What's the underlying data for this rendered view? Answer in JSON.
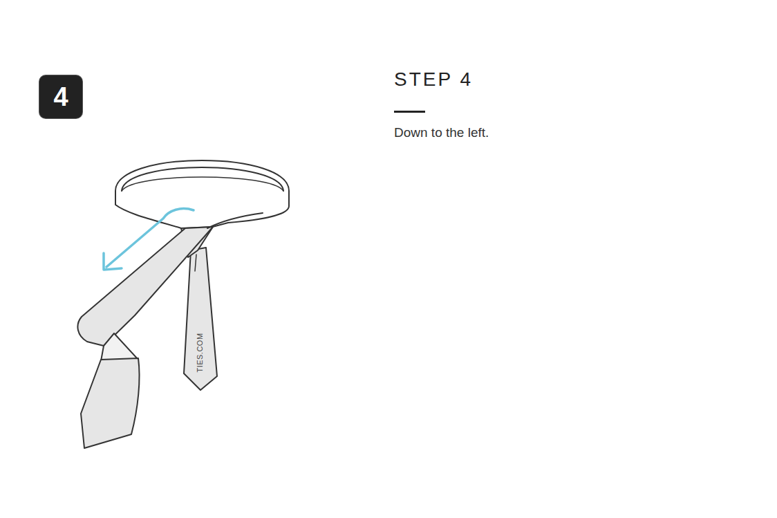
{
  "diagram": {
    "title": "STEP 4",
    "nodes": [
      {
        "text": [
          "4"
        ]
      }
    ],
    "labels": [
      "Down to the left.",
      "TIES.COM"
    ]
  }
}
